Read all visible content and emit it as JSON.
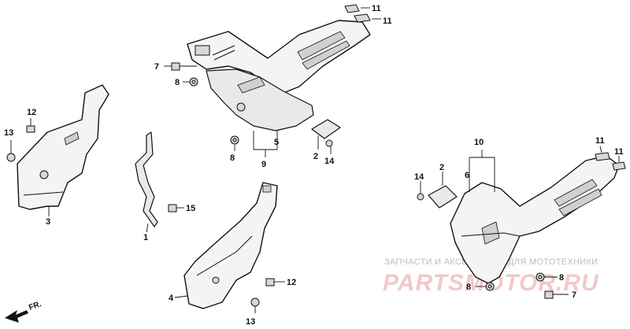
{
  "callouts": {
    "c1": "1",
    "c2": "2",
    "c4": "4",
    "c5": "5",
    "c6": "6",
    "c7": "7",
    "c8": "8",
    "c9": "9",
    "c10": "10",
    "c11": "11",
    "c12": "12",
    "c13": "13",
    "c14": "14",
    "c15": "15"
  },
  "direction_mark": "FR.",
  "watermark": {
    "subtitle": "ЗАПЧАСТИ И АКСЕССУАРЫ ДЛЯ МОТОТЕХНИКИ",
    "logo_text": "PARTSMOTOR.RU"
  },
  "colors": {
    "line": "#111111",
    "watermark_red": "#f2c8c8",
    "watermark_gray": "#bdbdbd"
  }
}
